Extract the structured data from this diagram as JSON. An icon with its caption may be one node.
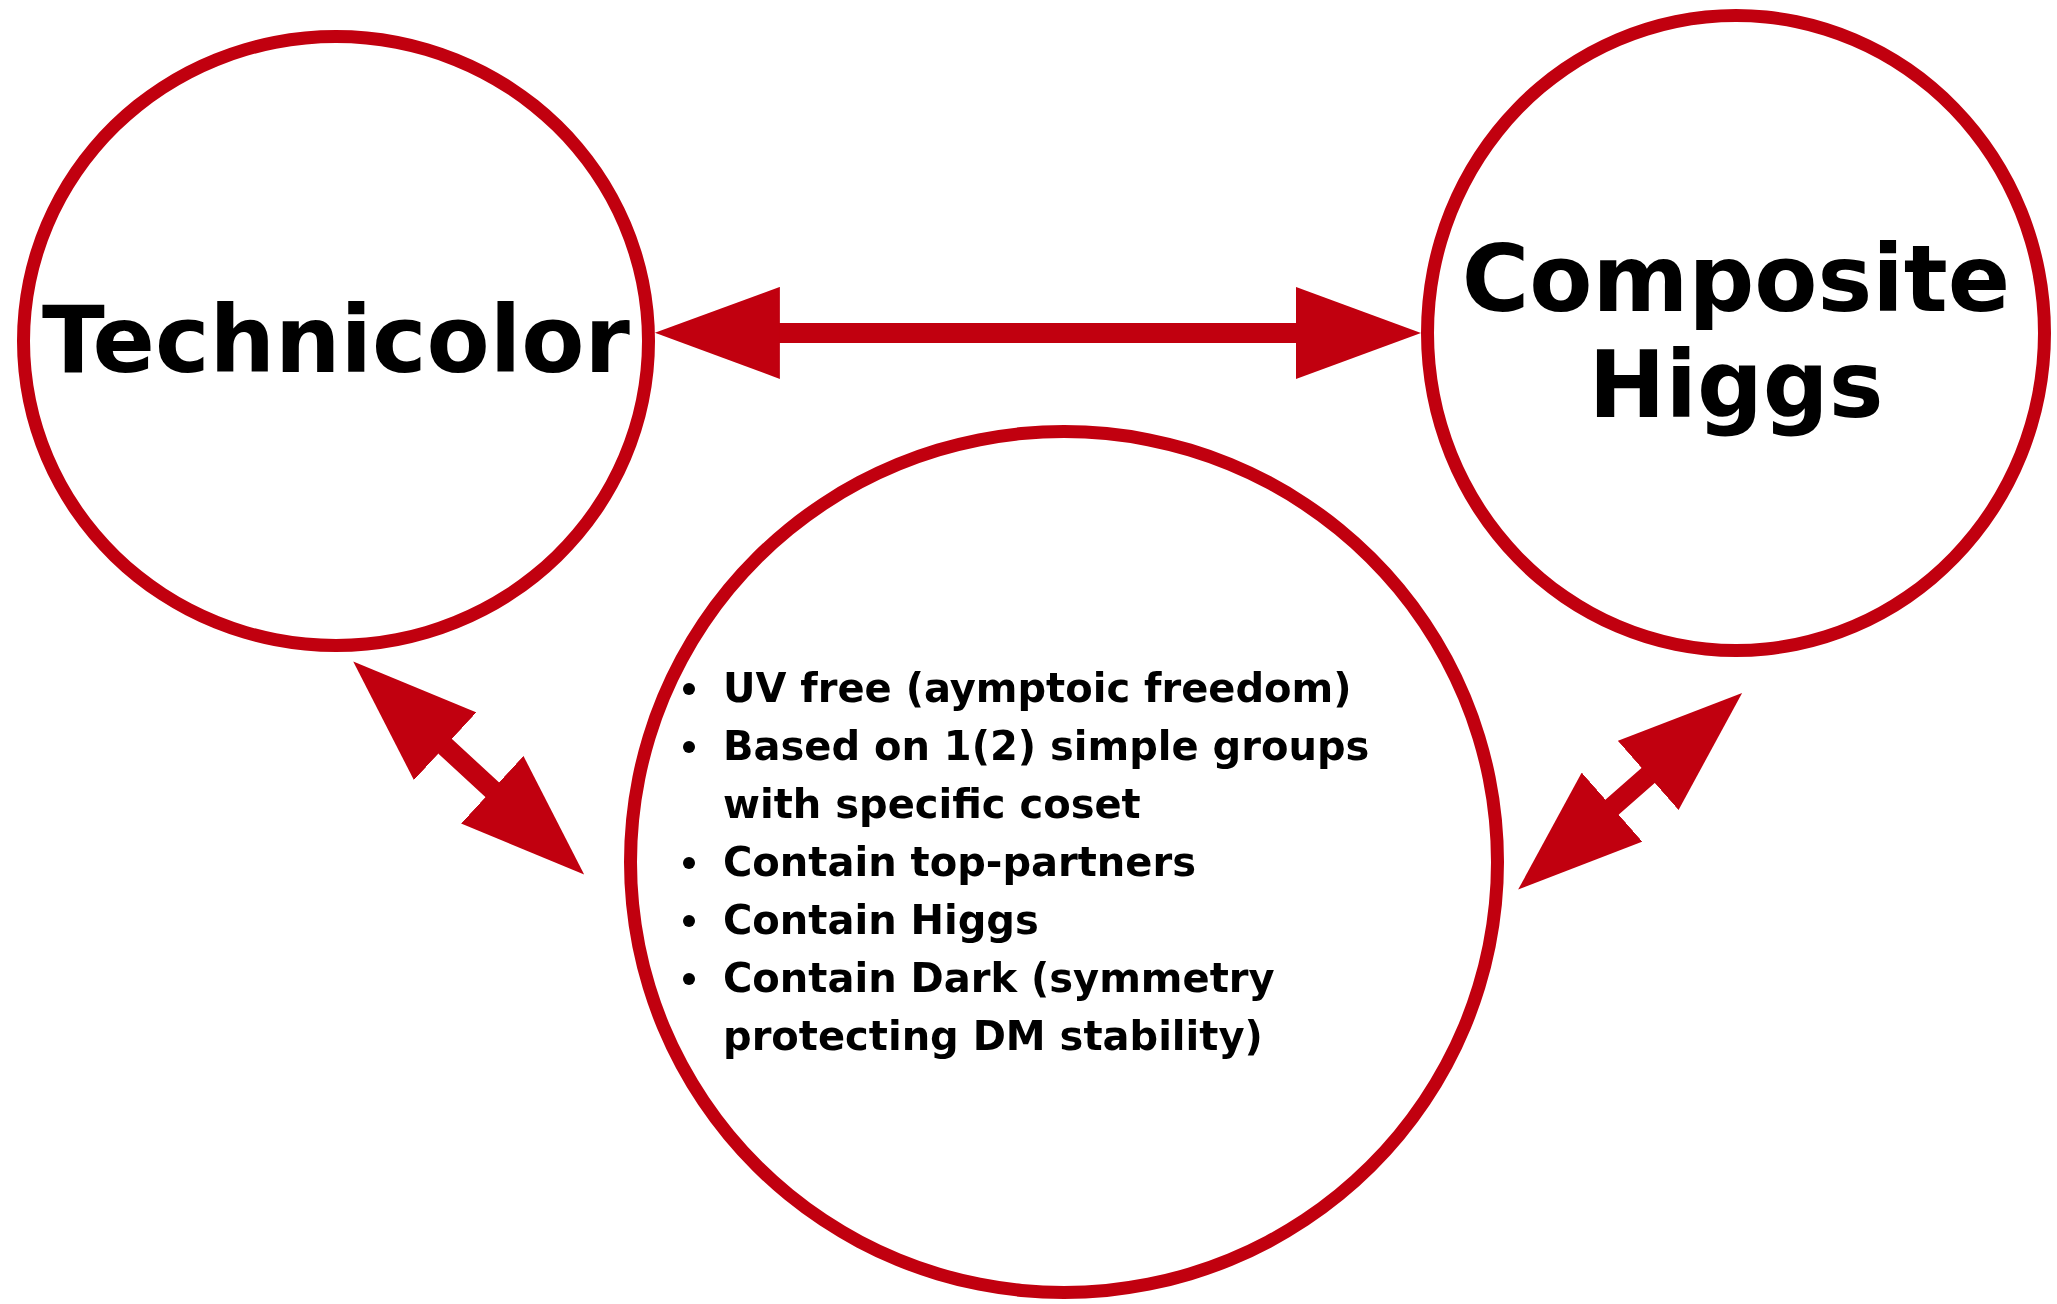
{
  "diagram": {
    "nodes": [
      {
        "text": [
          "Technicolor"
        ]
      },
      {
        "text": [
          "Composite Higgs"
        ]
      },
      {
        "text": [
          "UV free (aymptoic freedom)",
          "Based on 1(2) simple groups with specific coset",
          "Contain top-partners",
          "Contain Higgs",
          "Contain Dark (symmetry protecting DM stability)"
        ]
      }
    ],
    "edges": [
      {
        "from": 0,
        "to": 1,
        "arrow": "both"
      },
      {
        "from": 0,
        "to": 2,
        "arrow": "both"
      },
      {
        "from": 1,
        "to": 2,
        "arrow": "both"
      }
    ]
  }
}
